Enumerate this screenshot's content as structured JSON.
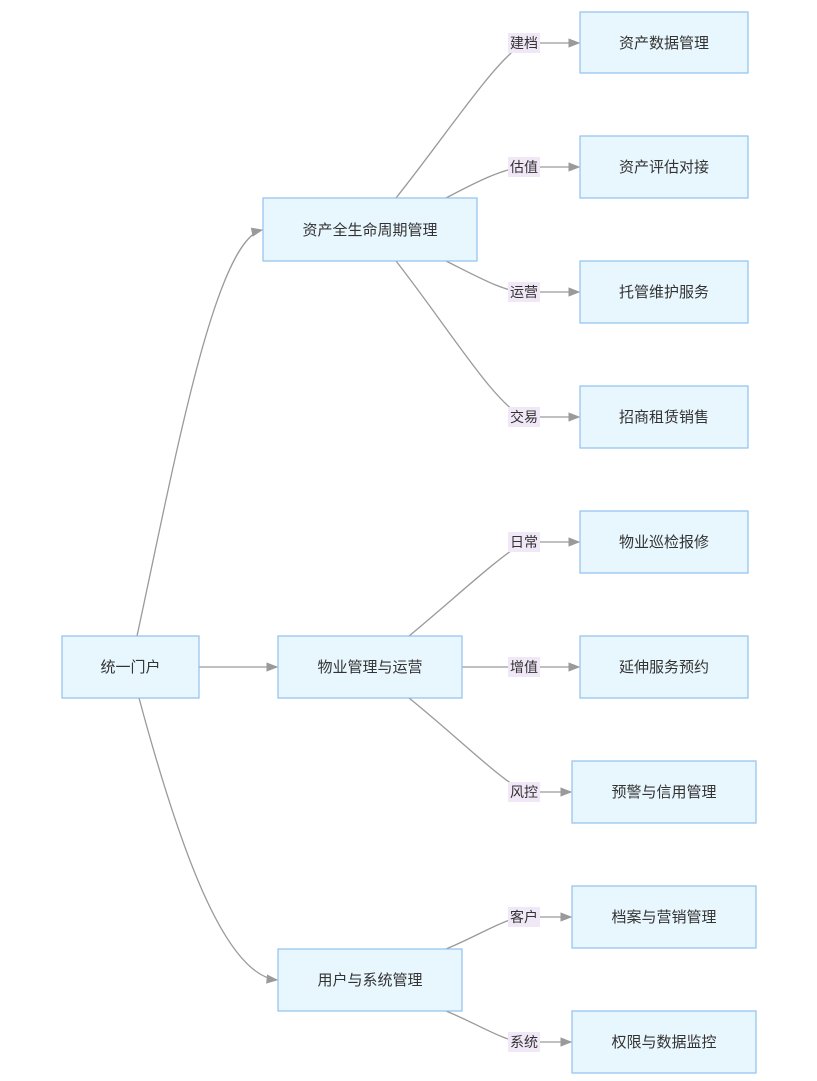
{
  "diagram": {
    "nodes": [
      {
        "id": "portal",
        "label": "统一门户"
      },
      {
        "id": "asset",
        "label": "资产全生命周期管理"
      },
      {
        "id": "property",
        "label": "物业管理与运营"
      },
      {
        "id": "user",
        "label": "用户与系统管理"
      },
      {
        "id": "asset_data",
        "label": "资产数据管理"
      },
      {
        "id": "asset_eval",
        "label": "资产评估对接"
      },
      {
        "id": "custody",
        "label": "托管维护服务"
      },
      {
        "id": "leasing",
        "label": "招商租赁销售"
      },
      {
        "id": "inspection",
        "label": "物业巡检报修"
      },
      {
        "id": "extension",
        "label": "延伸服务预约"
      },
      {
        "id": "warning",
        "label": "预警与信用管理"
      },
      {
        "id": "archive",
        "label": "档案与营销管理"
      },
      {
        "id": "permission",
        "label": "权限与数据监控"
      }
    ],
    "edges": [
      {
        "from": "portal",
        "to": "asset",
        "label": ""
      },
      {
        "from": "portal",
        "to": "property",
        "label": ""
      },
      {
        "from": "portal",
        "to": "user",
        "label": ""
      },
      {
        "from": "asset",
        "to": "asset_data",
        "label": "建档"
      },
      {
        "from": "asset",
        "to": "asset_eval",
        "label": "估值"
      },
      {
        "from": "asset",
        "to": "custody",
        "label": "运营"
      },
      {
        "from": "asset",
        "to": "leasing",
        "label": "交易"
      },
      {
        "from": "property",
        "to": "inspection",
        "label": "日常"
      },
      {
        "from": "property",
        "to": "extension",
        "label": "增值"
      },
      {
        "from": "property",
        "to": "warning",
        "label": "风控"
      },
      {
        "from": "user",
        "to": "archive",
        "label": "客户"
      },
      {
        "from": "user",
        "to": "permission",
        "label": "系统"
      }
    ]
  }
}
